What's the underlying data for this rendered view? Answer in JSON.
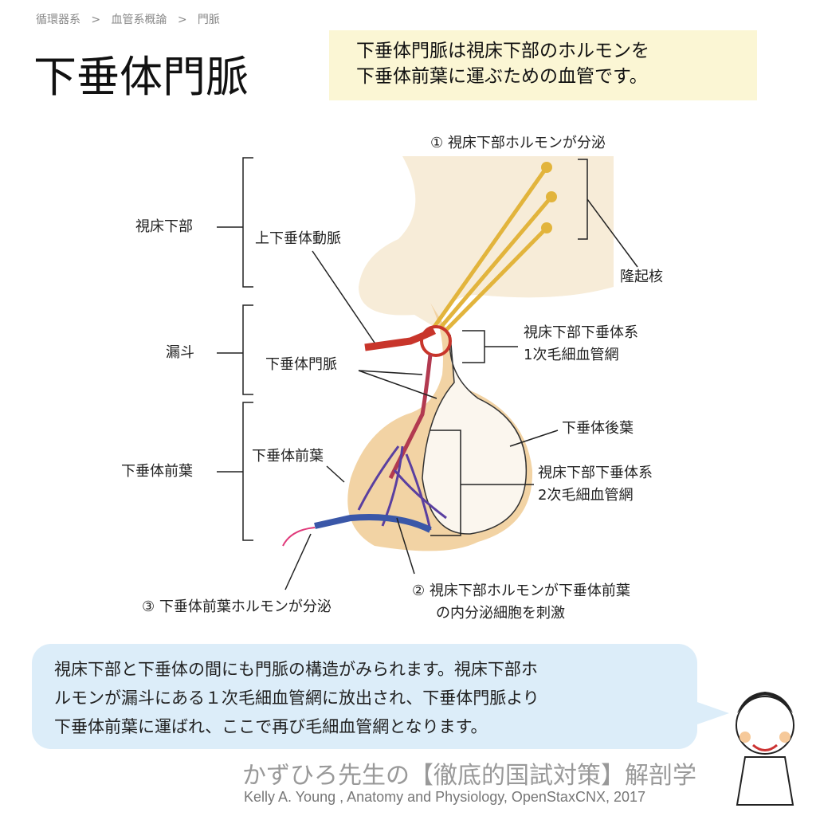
{
  "breadcrumb": [
    "循環器系",
    "血管系概論",
    "門脈"
  ],
  "breadcrumb_sep": ">",
  "title": "下垂体門脈",
  "summary": [
    "下垂体門脈は視床下部のホルモンを",
    "下垂体前葉に運ぶための血管です。"
  ],
  "labels": {
    "step1": "① 視床下部ホルモンが分泌",
    "hypothalamus": "視床下部",
    "sup_hyp_artery": "上下垂体動脈",
    "tuberal_nucleus": "隆起核",
    "infundibulum": "漏斗",
    "primary_plexus": [
      "視床下部下垂体系",
      "1次毛細血管網"
    ],
    "portal_vein": "下垂体門脈",
    "posterior_pituitary": "下垂体後葉",
    "anterior_pituitary_left": "下垂体前葉",
    "anterior_pituitary_inner": "下垂体前葉",
    "secondary_plexus": [
      "視床下部下垂体系",
      "2次毛細血管網"
    ],
    "step2": [
      "② 視床下部ホルモンが下垂体前葉",
      "の内分泌細胞を刺激"
    ],
    "step3": "③ 下垂体前葉ホルモンが分泌"
  },
  "bubble": [
    "視床下部と下垂体の間にも門脈の構造がみられます。視床下部ホ",
    "ルモンが漏斗にある１次毛細血管網に放出され、下垂体門脈より",
    "下垂体前葉に運ばれ、ここで再び毛細血管網となります。"
  ],
  "brand": "かずひろ先生の【徹底的国試対策】解剖学",
  "citation": "Kelly A. Young , Anatomy and Physiology, OpenStaxCNX, 2017",
  "colors": {
    "summary_bg": "#fbf6d4",
    "bubble_bg": "#dcedf9",
    "tissue": "#f2d3a4",
    "artery": "#c8352b",
    "vein": "#3a57a8",
    "neuron": "#e2b43c"
  }
}
